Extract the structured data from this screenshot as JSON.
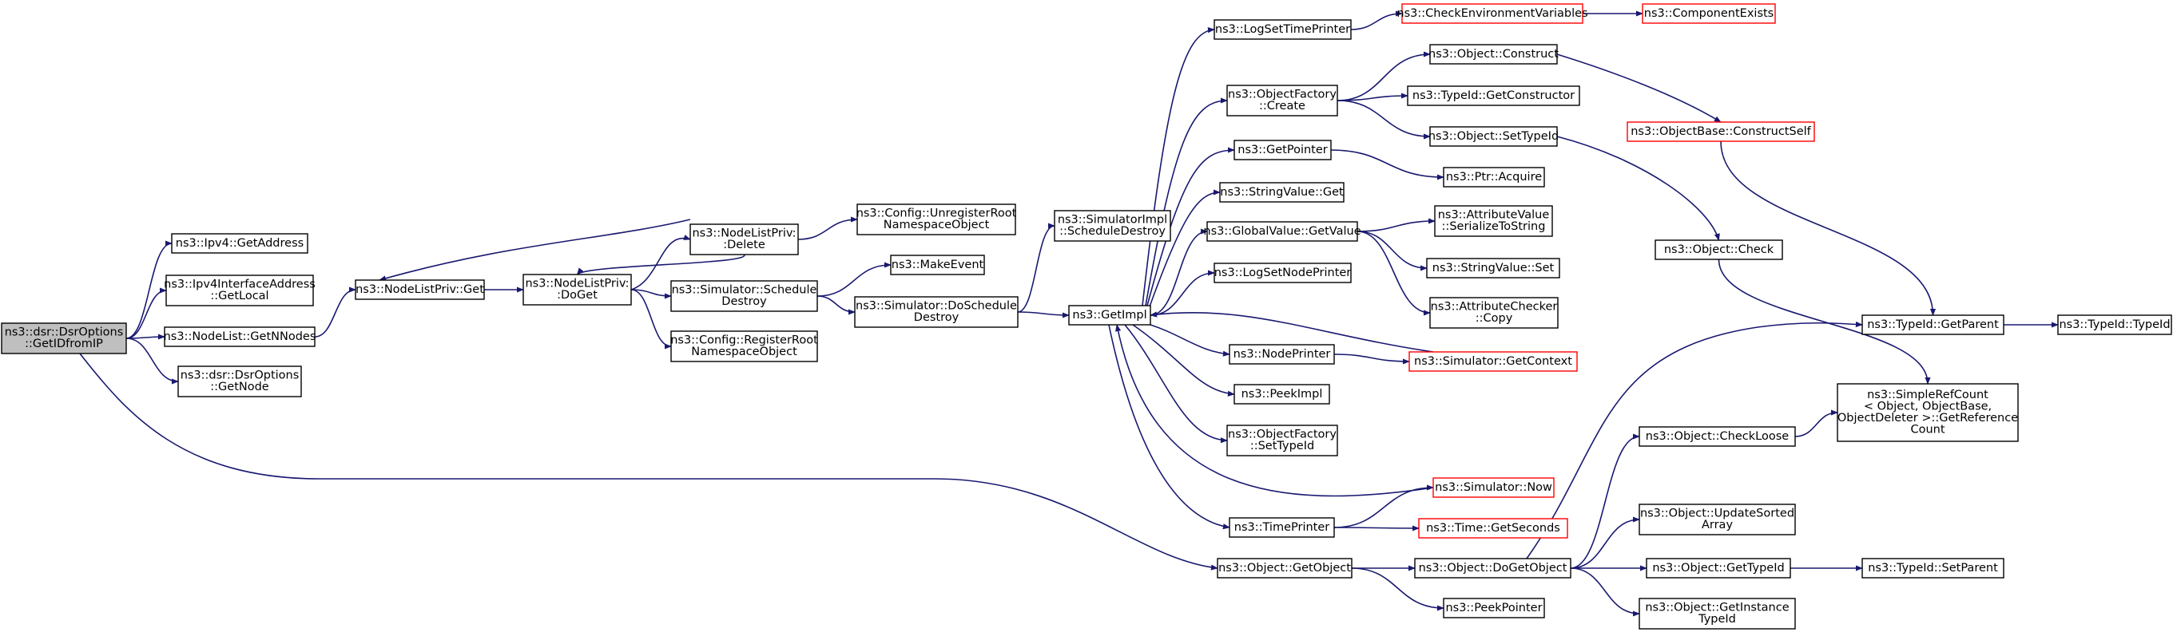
{
  "palette": {
    "edge": "#191970",
    "box_border": "#000000",
    "box_border_truncated": "#ff0000",
    "focus_fill": "#bfbfbf",
    "background": "#ffffff"
  },
  "nodes": [
    {
      "id": "getidfromip",
      "lines": [
        "ns3::dsr::DsrOptions",
        "::GetIDfromIP"
      ],
      "style": "focus"
    },
    {
      "id": "ipv4-getaddress",
      "lines": [
        "ns3::Ipv4::GetAddress"
      ],
      "style": "normal"
    },
    {
      "id": "ipv4if-getlocal",
      "lines": [
        "ns3::Ipv4InterfaceAddress",
        "::GetLocal"
      ],
      "style": "normal"
    },
    {
      "id": "nodelist-getnnodes",
      "lines": [
        "ns3::NodeList::GetNNodes"
      ],
      "style": "normal"
    },
    {
      "id": "dsroptions-getnode",
      "lines": [
        "ns3::dsr::DsrOptions",
        "::GetNode"
      ],
      "style": "normal"
    },
    {
      "id": "nodelistpriv-get",
      "lines": [
        "ns3::NodeListPriv::Get"
      ],
      "style": "normal"
    },
    {
      "id": "nodelistpriv-doget",
      "lines": [
        "ns3::NodeListPriv:",
        ":DoGet"
      ],
      "style": "normal"
    },
    {
      "id": "nodelistpriv-delete",
      "lines": [
        "ns3::NodeListPriv:",
        ":Delete"
      ],
      "style": "normal"
    },
    {
      "id": "sim-scheduledestroy",
      "lines": [
        "ns3::Simulator::Schedule",
        "Destroy"
      ],
      "style": "normal"
    },
    {
      "id": "config-registerroot",
      "lines": [
        "ns3::Config::RegisterRoot",
        "NamespaceObject"
      ],
      "style": "normal"
    },
    {
      "id": "config-unregisterroot",
      "lines": [
        "ns3::Config::UnregisterRoot",
        "NamespaceObject"
      ],
      "style": "normal"
    },
    {
      "id": "makeevent",
      "lines": [
        "ns3::MakeEvent"
      ],
      "style": "normal"
    },
    {
      "id": "sim-doscheduledestroy",
      "lines": [
        "ns3::Simulator::DoSchedule",
        "Destroy"
      ],
      "style": "normal"
    },
    {
      "id": "simimpl-scheduledestroy",
      "lines": [
        "ns3::SimulatorImpl",
        "::ScheduleDestroy"
      ],
      "style": "normal"
    },
    {
      "id": "getimpl",
      "lines": [
        "ns3::GetImpl"
      ],
      "style": "normal"
    },
    {
      "id": "logsettimeprinter",
      "lines": [
        "ns3::LogSetTimePrinter"
      ],
      "style": "normal"
    },
    {
      "id": "objectfactory-create",
      "lines": [
        "ns3::ObjectFactory",
        "::Create"
      ],
      "style": "normal"
    },
    {
      "id": "getpointer",
      "lines": [
        "ns3::GetPointer"
      ],
      "style": "normal"
    },
    {
      "id": "stringvalue-get",
      "lines": [
        "ns3::StringValue::Get"
      ],
      "style": "normal"
    },
    {
      "id": "globalvalue-getvalue",
      "lines": [
        "ns3::GlobalValue::GetValue"
      ],
      "style": "normal"
    },
    {
      "id": "logsetnodeprinter",
      "lines": [
        "ns3::LogSetNodePrinter"
      ],
      "style": "normal"
    },
    {
      "id": "nodeprinter",
      "lines": [
        "ns3::NodePrinter"
      ],
      "style": "normal"
    },
    {
      "id": "peekimpl",
      "lines": [
        "ns3::PeekImpl"
      ],
      "style": "normal"
    },
    {
      "id": "objectfactory-settypeid",
      "lines": [
        "ns3::ObjectFactory",
        "::SetTypeId"
      ],
      "style": "normal"
    },
    {
      "id": "timeprinter",
      "lines": [
        "ns3::TimePrinter"
      ],
      "style": "normal"
    },
    {
      "id": "object-getobject",
      "lines": [
        "ns3::Object::GetObject"
      ],
      "style": "normal"
    },
    {
      "id": "checkenvvars",
      "lines": [
        "ns3::CheckEnvironmentVariables"
      ],
      "style": "red"
    },
    {
      "id": "componentexists",
      "lines": [
        "ns3::ComponentExists"
      ],
      "style": "red"
    },
    {
      "id": "object-construct",
      "lines": [
        "ns3::Object::Construct"
      ],
      "style": "normal"
    },
    {
      "id": "typeid-getconstructor",
      "lines": [
        "ns3::TypeId::GetConstructor"
      ],
      "style": "normal"
    },
    {
      "id": "object-settypeid",
      "lines": [
        "ns3::Object::SetTypeId"
      ],
      "style": "normal"
    },
    {
      "id": "ptr-acquire",
      "lines": [
        "ns3::Ptr::Acquire"
      ],
      "style": "normal"
    },
    {
      "id": "attrvalue-serialize",
      "lines": [
        "ns3::AttributeValue",
        "::SerializeToString"
      ],
      "style": "normal"
    },
    {
      "id": "stringvalue-set",
      "lines": [
        "ns3::StringValue::Set"
      ],
      "style": "normal"
    },
    {
      "id": "attrchecker-copy",
      "lines": [
        "ns3::AttributeChecker",
        "::Copy"
      ],
      "style": "normal"
    },
    {
      "id": "sim-getcontext",
      "lines": [
        "ns3::Simulator::GetContext"
      ],
      "style": "red"
    },
    {
      "id": "sim-now",
      "lines": [
        "ns3::Simulator::Now"
      ],
      "style": "red"
    },
    {
      "id": "time-getseconds",
      "lines": [
        "ns3::Time::GetSeconds"
      ],
      "style": "red"
    },
    {
      "id": "object-dogetobject",
      "lines": [
        "ns3::Object::DoGetObject"
      ],
      "style": "normal"
    },
    {
      "id": "peekpointer",
      "lines": [
        "ns3::PeekPointer"
      ],
      "style": "normal"
    },
    {
      "id": "objectbase-constructself",
      "lines": [
        "ns3::ObjectBase::ConstructSelf"
      ],
      "style": "red"
    },
    {
      "id": "object-check",
      "lines": [
        "ns3::Object::Check"
      ],
      "style": "normal"
    },
    {
      "id": "object-checkloose",
      "lines": [
        "ns3::Object::CheckLoose"
      ],
      "style": "normal"
    },
    {
      "id": "object-updatesortedarray",
      "lines": [
        "ns3::Object::UpdateSorted",
        "Array"
      ],
      "style": "normal"
    },
    {
      "id": "object-gettypeid",
      "lines": [
        "ns3::Object::GetTypeId"
      ],
      "style": "normal"
    },
    {
      "id": "object-getinstancetypeid",
      "lines": [
        "ns3::Object::GetInstance",
        "TypeId"
      ],
      "style": "normal"
    },
    {
      "id": "typeid-getparent",
      "lines": [
        "ns3::TypeId::GetParent"
      ],
      "style": "normal"
    },
    {
      "id": "simplerefcount-getrefcount",
      "lines": [
        "ns3::SimpleRefCount",
        "< Object, ObjectBase,",
        " ObjectDeleter >::GetReference",
        "Count"
      ],
      "style": "normal"
    },
    {
      "id": "typeid-setparent",
      "lines": [
        "ns3::TypeId::SetParent"
      ],
      "style": "normal"
    },
    {
      "id": "typeid-typeid",
      "lines": [
        "ns3::TypeId::TypeId"
      ],
      "style": "normal"
    }
  ],
  "edges": [
    [
      "getidfromip",
      "ipv4-getaddress"
    ],
    [
      "getidfromip",
      "ipv4if-getlocal"
    ],
    [
      "getidfromip",
      "nodelist-getnnodes"
    ],
    [
      "getidfromip",
      "dsroptions-getnode"
    ],
    [
      "getidfromip",
      "object-getobject"
    ],
    [
      "nodelist-getnnodes",
      "nodelistpriv-get"
    ],
    [
      "nodelistpriv-get",
      "nodelistpriv-doget"
    ],
    [
      "nodelistpriv-doget",
      "nodelistpriv-delete"
    ],
    [
      "nodelistpriv-doget",
      "sim-scheduledestroy"
    ],
    [
      "nodelistpriv-doget",
      "config-registerroot"
    ],
    [
      "nodelistpriv-delete",
      "nodelistpriv-get"
    ],
    [
      "nodelistpriv-delete",
      "nodelistpriv-doget"
    ],
    [
      "nodelistpriv-delete",
      "config-unregisterroot"
    ],
    [
      "sim-scheduledestroy",
      "makeevent"
    ],
    [
      "sim-scheduledestroy",
      "sim-doscheduledestroy"
    ],
    [
      "sim-doscheduledestroy",
      "simimpl-scheduledestroy"
    ],
    [
      "sim-doscheduledestroy",
      "getimpl"
    ],
    [
      "getimpl",
      "logsettimeprinter"
    ],
    [
      "getimpl",
      "objectfactory-create"
    ],
    [
      "getimpl",
      "getpointer"
    ],
    [
      "getimpl",
      "stringvalue-get"
    ],
    [
      "getimpl",
      "globalvalue-getvalue"
    ],
    [
      "getimpl",
      "logsetnodeprinter"
    ],
    [
      "getimpl",
      "nodeprinter"
    ],
    [
      "getimpl",
      "peekimpl"
    ],
    [
      "getimpl",
      "objectfactory-settypeid"
    ],
    [
      "getimpl",
      "timeprinter"
    ],
    [
      "logsettimeprinter",
      "checkenvvars"
    ],
    [
      "checkenvvars",
      "componentexists"
    ],
    [
      "objectfactory-create",
      "object-construct"
    ],
    [
      "objectfactory-create",
      "typeid-getconstructor"
    ],
    [
      "objectfactory-create",
      "object-settypeid"
    ],
    [
      "getpointer",
      "ptr-acquire"
    ],
    [
      "globalvalue-getvalue",
      "attrvalue-serialize"
    ],
    [
      "globalvalue-getvalue",
      "stringvalue-set"
    ],
    [
      "globalvalue-getvalue",
      "attrchecker-copy"
    ],
    [
      "nodeprinter",
      "sim-getcontext"
    ],
    [
      "sim-getcontext",
      "getimpl"
    ],
    [
      "timeprinter",
      "sim-now"
    ],
    [
      "timeprinter",
      "time-getseconds"
    ],
    [
      "sim-now",
      "getimpl"
    ],
    [
      "object-construct",
      "objectbase-constructself"
    ],
    [
      "object-settypeid",
      "object-check"
    ],
    [
      "objectbase-constructself",
      "typeid-getparent"
    ],
    [
      "object-check",
      "simplerefcount-getrefcount"
    ],
    [
      "object-getobject",
      "object-dogetobject"
    ],
    [
      "object-getobject",
      "peekpointer"
    ],
    [
      "object-dogetobject",
      "object-checkloose"
    ],
    [
      "object-dogetobject",
      "object-updatesortedarray"
    ],
    [
      "object-dogetobject",
      "object-gettypeid"
    ],
    [
      "object-dogetobject",
      "object-getinstancetypeid"
    ],
    [
      "object-dogetobject",
      "typeid-getparent"
    ],
    [
      "object-checkloose",
      "simplerefcount-getrefcount"
    ],
    [
      "object-gettypeid",
      "typeid-setparent"
    ],
    [
      "typeid-getparent",
      "typeid-typeid"
    ]
  ]
}
